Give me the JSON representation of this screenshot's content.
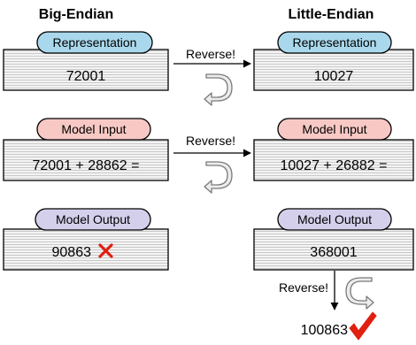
{
  "headers": {
    "left": "Big-Endian",
    "right": "Little-Endian"
  },
  "tags": {
    "representation": "Representation",
    "model_input": "Model Input",
    "model_output": "Model Output"
  },
  "big_endian": {
    "representation": "72001",
    "model_input": "72001 + 28862 =",
    "model_output": "90863"
  },
  "little_endian": {
    "representation": "10027",
    "model_input": "10027 + 26882 =",
    "model_output": "368001",
    "final": "100863"
  },
  "arrows": {
    "reverse_label": "Reverse!"
  },
  "icons": {
    "wrong": "red-cross-icon",
    "correct": "red-check-icon",
    "reverse": "u-turn-arrow-icon"
  },
  "colors": {
    "representation_tag": "#a9d8ec",
    "model_input_tag": "#f7c8c4",
    "model_output_tag": "#d4d0ec",
    "mark": "#e02010"
  }
}
